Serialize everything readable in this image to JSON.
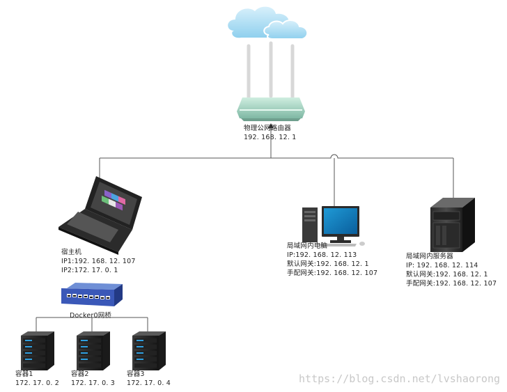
{
  "router": {
    "name": "物理公网路由器",
    "ip": "192. 168. 12. 1"
  },
  "host": {
    "name": "宿主机",
    "ip1": "IP1:192. 168. 12. 107",
    "ip2": "IP2:172. 17. 0. 1"
  },
  "pc": {
    "name": "局域网内电脑",
    "ip": "IP:192. 168. 12. 113",
    "default_gw": "默认网关:192. 168. 12. 1",
    "manual_gw": "手配网关:192. 168. 12. 107"
  },
  "server": {
    "name": "局域网内服务器",
    "ip": "IP:  192. 168. 12. 114",
    "default_gw": "默认网关:192. 168. 12. 1",
    "manual_gw": "手配网关:192. 168. 12. 107"
  },
  "bridge": {
    "name": "Docker0网桥"
  },
  "containers": [
    {
      "name": "容器1",
      "ip": "172. 17. 0. 2"
    },
    {
      "name": "容器2",
      "ip": "172. 17. 0. 3"
    },
    {
      "name": "容器3",
      "ip": "172. 17. 0. 4"
    }
  ],
  "watermark": "https://blog.csdn.net/lvshaorong",
  "icons": [
    "cloud-icon",
    "router-icon",
    "laptop-icon",
    "desktop-pc-icon",
    "tower-server-icon",
    "network-switch-icon",
    "rack-server-icon"
  ]
}
